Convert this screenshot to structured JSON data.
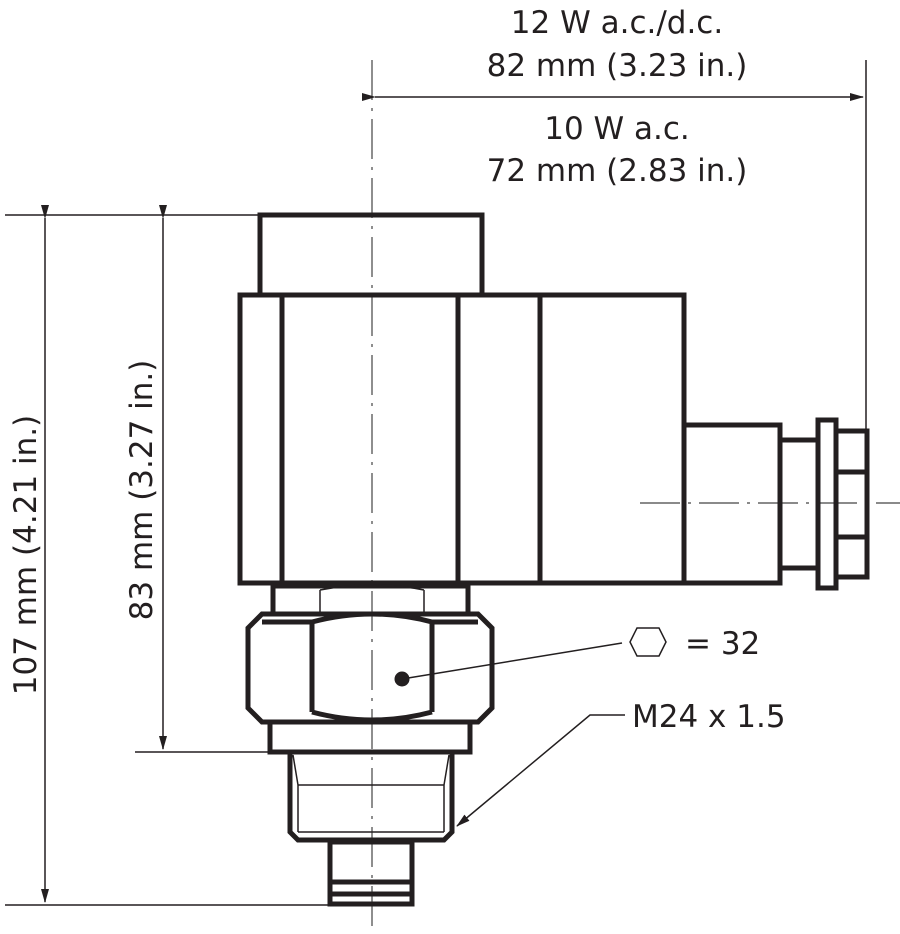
{
  "dimensions": {
    "width_12w_label": "12 W a.c./d.c.",
    "width_12w_value": "82 mm (3.23 in.)",
    "width_10w_label": "10 W a.c.",
    "width_10w_value": "72 mm (2.83 in.)",
    "total_height": "107 mm (4.21 in.)",
    "body_height": "83 mm (3.27 in.)",
    "hex_size": "= 32",
    "thread": "M24 x 1.5"
  },
  "icons": {
    "hex_symbol": "hexagon-wrench-size-icon"
  }
}
